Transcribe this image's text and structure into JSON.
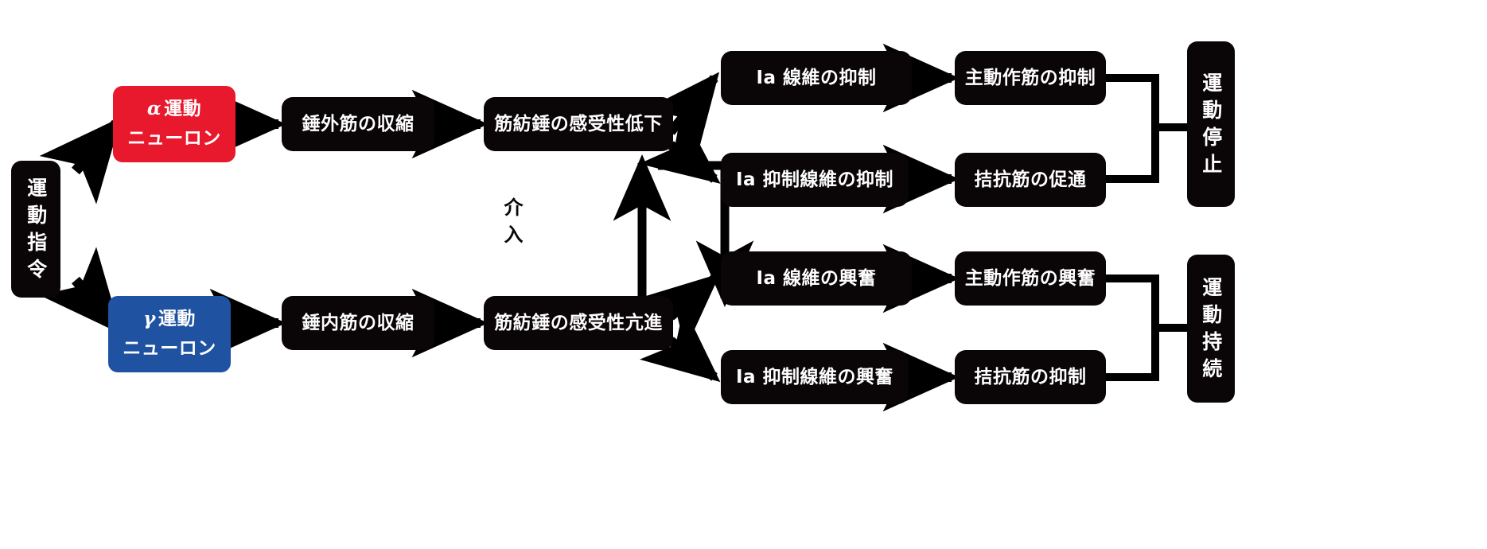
{
  "diagram": {
    "title_text": "",
    "colors": {
      "box_black": "#0a0506",
      "alpha_red": "#e8192c",
      "gamma_blue": "#1f52a0",
      "text_white": "#ffffff",
      "arrow_black": "#000000",
      "background": "#ffffff"
    },
    "nodes": {
      "motor_command": {
        "text": "運動指令"
      },
      "alpha_neuron": {
        "line1": "α運動",
        "line2": "ニューロン",
        "greek": "α",
        "rest1": "運動"
      },
      "gamma_neuron": {
        "line1": "γ運動",
        "line2": "ニューロン",
        "greek": "γ",
        "rest1": "運動"
      },
      "extrafusal_contraction": {
        "text": "錘外筋の収縮"
      },
      "intrafusal_contraction": {
        "text": "錘内筋の収縮"
      },
      "spindle_sensitivity_down": {
        "text": "筋紡錘の感受性低下"
      },
      "spindle_sensitivity_up": {
        "text": "筋紡錘の感受性亢進"
      },
      "ia_fiber_inhibition": {
        "text": "Ⅰa 線維の抑制"
      },
      "ia_inhibitory_fiber_inhibition": {
        "text": "Ⅰa 抑制線維の抑制"
      },
      "ia_fiber_excitation": {
        "text": "Ⅰa 線維の興奮"
      },
      "ia_inhibitory_fiber_excitation": {
        "text": "Ⅰa 抑制線維の興奮"
      },
      "agonist_inhibition": {
        "text": "主動作筋の抑制"
      },
      "antagonist_facilitation": {
        "text": "拮抗筋の促通"
      },
      "agonist_excitation": {
        "text": "主動作筋の興奮"
      },
      "antagonist_inhibition": {
        "text": "拮抗筋の抑制"
      },
      "motion_stop": {
        "text": "運動停止"
      },
      "motion_continue": {
        "text": "運動持続"
      }
    },
    "labels": {
      "intervention": "介入"
    }
  }
}
